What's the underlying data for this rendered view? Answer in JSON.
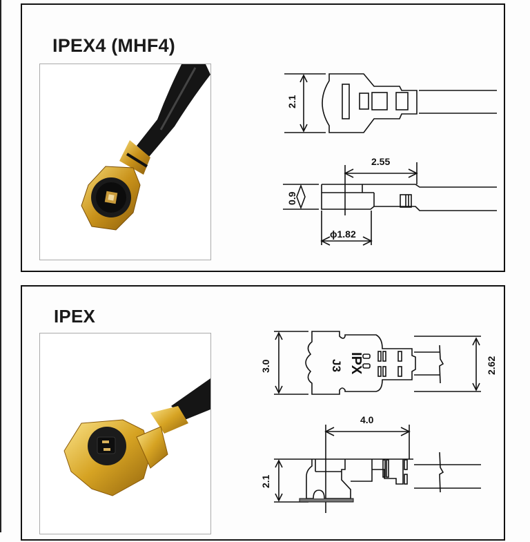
{
  "panels": [
    {
      "title": "IPEX4 (MHF4)",
      "photo": "ipex4-connector-photo",
      "dimensions": {
        "top_view_height": "2.1",
        "side_view_height": "0.9",
        "side_view_length": "2.55",
        "diameter": "ϕ1.82"
      }
    },
    {
      "title": "IPEX",
      "photo": "ipex-connector-photo",
      "dimensions": {
        "top_view_height": "3.0",
        "top_view_right_height": "2.62",
        "side_view_length": "4.0",
        "side_view_height": "2.1"
      },
      "body_marking": "IPX",
      "body_marking_2": "J3"
    }
  ],
  "colors": {
    "border": "#111111",
    "gold": "#d9a520",
    "cable": "#161616"
  }
}
